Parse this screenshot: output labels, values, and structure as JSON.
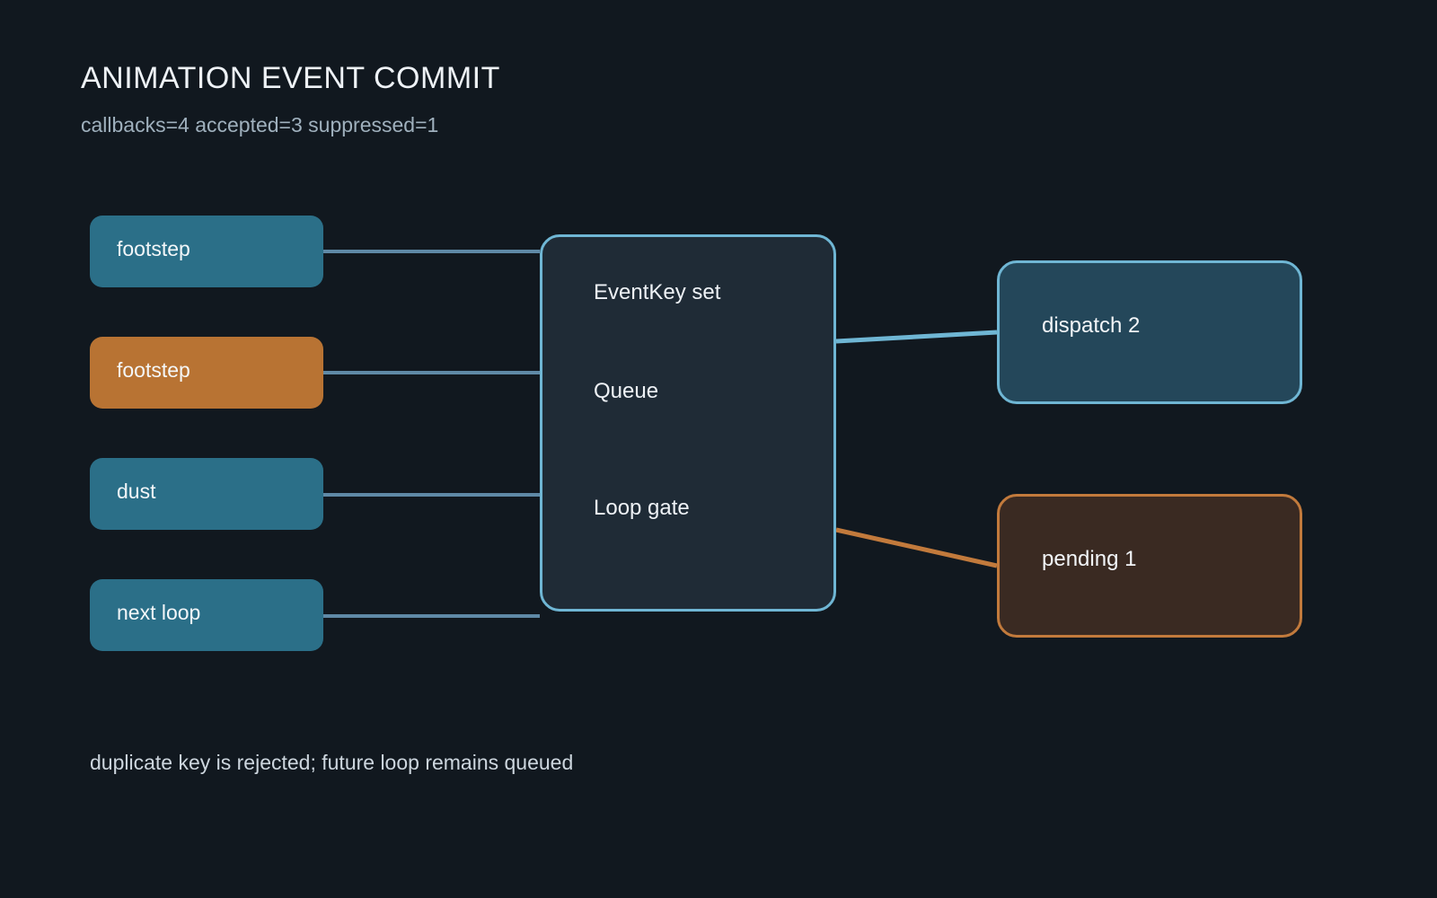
{
  "title": "ANIMATION EVENT COMMIT",
  "subtitle": "callbacks=4 accepted=3 suppressed=1",
  "inputs": [
    {
      "label": "footstep",
      "state": "accepted"
    },
    {
      "label": "footstep",
      "state": "suppressed"
    },
    {
      "label": "dust",
      "state": "accepted"
    },
    {
      "label": "next loop",
      "state": "accepted"
    }
  ],
  "hub": {
    "labels": [
      "EventKey set",
      "Queue",
      "Loop gate"
    ]
  },
  "outputs": {
    "dispatch": "dispatch 2",
    "pending": "pending 1"
  },
  "footer": "duplicate key is rejected; future loop remains queued",
  "colors": {
    "background": "#11181f",
    "accepted": "#2b6f88",
    "suppressed": "#b87333",
    "hub_border": "#6fb6d4",
    "input_wire": "#5f89a6",
    "pending_wire": "#c27a3c"
  }
}
